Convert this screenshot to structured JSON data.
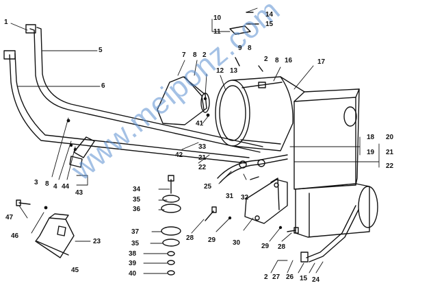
{
  "watermark": "www.meiponz.com",
  "labels": {
    "l1": "1",
    "l2a": "2",
    "l2b": "2",
    "l2c": "2",
    "l3": "3",
    "l4": "4",
    "l5": "5",
    "l6": "6",
    "l7": "7",
    "l8a": "8",
    "l8b": "8",
    "l8c": "8",
    "l8d": "8",
    "l9": "9",
    "l10": "10",
    "l11": "11",
    "l12": "12",
    "l13": "13",
    "l14": "14",
    "l15a": "15",
    "l15b": "15",
    "l16": "16",
    "l17": "17",
    "l18": "18",
    "l19": "19",
    "l20": "20",
    "l21a": "21",
    "l21b": "21",
    "l22a": "22",
    "l22b": "22",
    "l23": "23",
    "l24": "24",
    "l25": "25",
    "l26": "26",
    "l27": "27",
    "l28a": "28",
    "l28b": "28",
    "l29a": "29",
    "l29b": "29",
    "l30": "30",
    "l31": "31",
    "l32": "32",
    "l33": "33",
    "l34": "34",
    "l35a": "35",
    "l35b": "35",
    "l36": "36",
    "l37": "37",
    "l38": "38",
    "l39": "39",
    "l40": "40",
    "l41": "41",
    "l42": "42",
    "l43": "43",
    "l44": "44",
    "l45": "45",
    "l46": "46",
    "l47": "47"
  }
}
